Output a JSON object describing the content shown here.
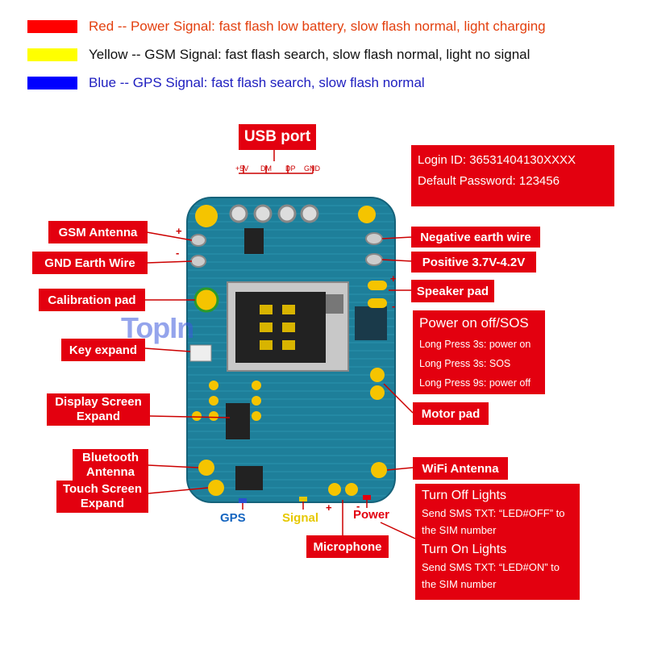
{
  "legend": [
    {
      "color": "#ff0000",
      "text": "Red -- Power Signal: fast flash low battery, slow flash normal, light charging",
      "text_color": "#e3400f"
    },
    {
      "color": "#ffff00",
      "text": "Yellow -- GSM Signal: fast flash search, slow flash normal, light no signal",
      "text_color": "#111111"
    },
    {
      "color": "#0000ff",
      "text": "Blue -- GPS Signal: fast flash search, slow flash normal",
      "text_color": "#2020c0"
    }
  ],
  "usb": {
    "title": "USB port",
    "pins": [
      "+5V",
      "DM",
      "DP",
      "GND"
    ]
  },
  "login": {
    "id": "Login ID: 36531404130XXXX",
    "password": "Default Password: 123456"
  },
  "left_labels": {
    "gsm_antenna": "GSM Antenna",
    "gnd_earth": "GND Earth Wire",
    "calibration": "Calibration pad",
    "key_expand": "Key expand",
    "display_expand": [
      "Display Screen",
      "Expand"
    ],
    "bluetooth": [
      "Bluetooth",
      "Antenna"
    ],
    "touch_expand": [
      "Touch Screen",
      "Expand"
    ]
  },
  "right_labels": {
    "negative": "Negative earth wire",
    "positive": "Positive 3.7V-4.2V",
    "speaker": "Speaker pad",
    "motor": "Motor pad",
    "wifi": "WiFi Antenna"
  },
  "power_box": {
    "title": "Power on off/SOS",
    "lines": [
      "Long Press 3s: power on",
      "Long Press 3s: SOS",
      "Long Press 9s: power off"
    ]
  },
  "lights_box": {
    "off_title": "Turn Off Lights",
    "off_lines": [
      "Send SMS TXT: “LED#OFF” to",
      "the SIM number"
    ],
    "on_title": "Turn On Lights",
    "on_lines": [
      "Send SMS TXT: “LED#ON” to",
      "the SIM number"
    ]
  },
  "bottom": {
    "gps": "GPS",
    "signal": "Signal",
    "power": "Power",
    "microphone": "Microphone"
  },
  "signs": {
    "plus": "+",
    "minus": "-"
  },
  "watermark": "TopIn",
  "colors": {
    "label_red": "#e3000f",
    "board_teal": "#1e7f9a",
    "gps_blue": "#1565c0",
    "signal_yellow": "#e6c800"
  }
}
